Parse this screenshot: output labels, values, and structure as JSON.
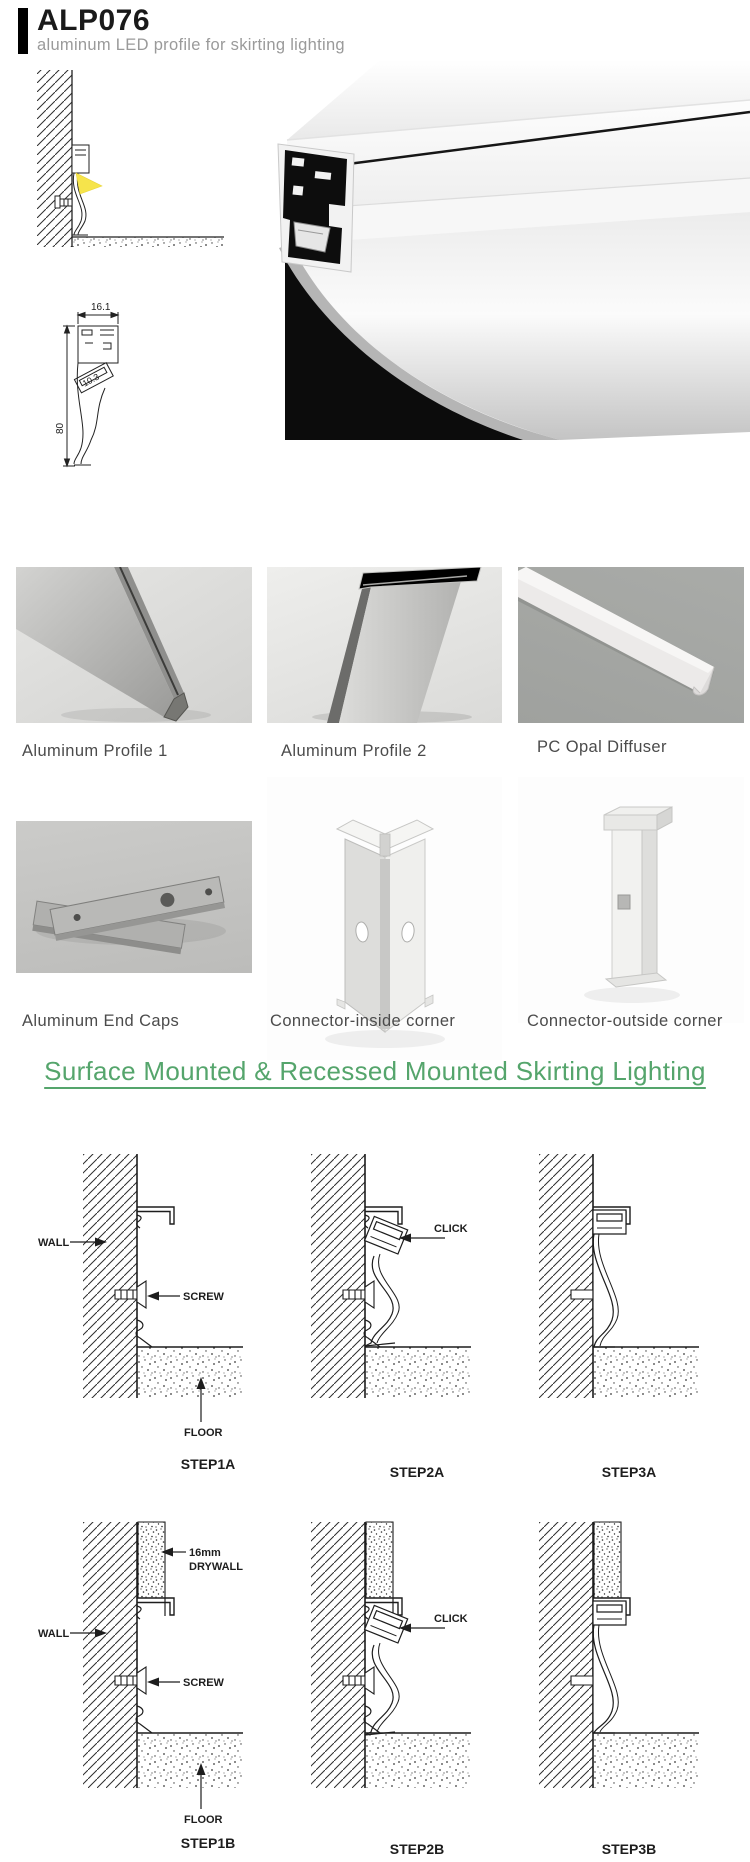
{
  "header": {
    "title": "ALP076",
    "subtitle": "aluminum LED profile for skirting lighting"
  },
  "dims": {
    "w": "16.1",
    "slot": "10.3",
    "h": "80"
  },
  "gallery_row1": [
    {
      "caption": "Aluminum Profile 1"
    },
    {
      "caption": "Aluminum Profile 2"
    },
    {
      "caption": "PC Opal Diffuser"
    }
  ],
  "gallery_row2": [
    {
      "caption": "Aluminum End Caps"
    },
    {
      "caption": "Connector-inside corner"
    },
    {
      "caption": "Connector-outside corner"
    }
  ],
  "section": {
    "heading": "Surface Mounted & Recessed Mounted Skirting Lighting"
  },
  "labels": {
    "wall": "WALL",
    "screw": "SCREW",
    "floor": "FLOOR",
    "click": "CLICK",
    "drywall1": "16mm",
    "drywall2": "DRYWALL"
  },
  "steps": {
    "s1a": "STEP1A",
    "s2a": "STEP2A",
    "s3a": "STEP3A",
    "s1b": "STEP1B",
    "s2b": "STEP2B",
    "s3b": "STEP3B"
  },
  "colors": {
    "accent_green": "#55a56c",
    "beam_yellow": "#f6e44b"
  }
}
